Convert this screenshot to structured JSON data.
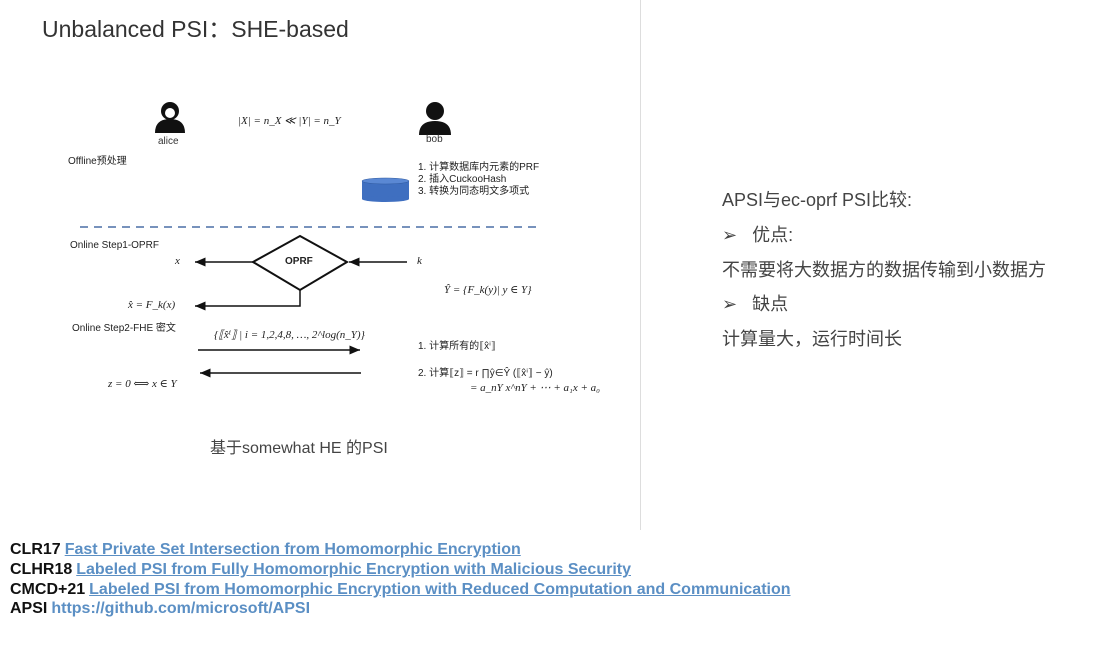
{
  "title": "Unbalanced PSI：SHE-based",
  "diagram": {
    "alice": "alice",
    "bob": "bob",
    "size_relation": "|X| = n_X ≪ |Y| = n_Y",
    "offline": "Offline预处理",
    "bob_steps": [
      "1.  计算数据库内元素的PRF",
      "2.  插入CuckooHash",
      "3.  转换为同态明文多项式"
    ],
    "online_step1": "Online Step1-OPRF",
    "oprf": "OPRF",
    "x": "x",
    "k": "k",
    "x_hat": "x̂ = F_k(x)",
    "y_hat": "Ŷ = {F_k(y)| y ∈ Y}",
    "online_step2": "Online Step2-FHE 密文",
    "powers": "{⟦x̂ⁱ⟧ | i = 1,2,4,8, …, 2^log(n_Y)}",
    "compute1": "1. 计算所有的⟦x̂ⁱ⟧",
    "compute2": "2. 计算⟦z⟧ = r ∏ŷ∈Ŷ (⟦x̂ⁱ⟧ − ŷ)",
    "compute2b": "= a_nY x^nY + ⋯ + a₁x + a₀",
    "result": "z = 0 ⟺ x ∈ Y",
    "caption": "基于somewhat HE 的PSI"
  },
  "right": {
    "heading": "APSI与ec-oprf PSI比较:",
    "pros_label": "优点:",
    "pros_text": "不需要将大数据方的数据传输到小数据方",
    "cons_label": "缺点",
    "cons_text": "计算量大，运行时间长",
    "bullet": "➢"
  },
  "references": [
    {
      "tag": "CLR17",
      "text": "Fast Private Set Intersection from Homomorphic Encryption"
    },
    {
      "tag": "CLHR18",
      "text": "Labeled PSI from Fully Homomorphic Encryption with Malicious Security"
    },
    {
      "tag": "CMCD+21",
      "text": "Labeled PSI from Homomorphic Encryption with Reduced Computation and Communication"
    },
    {
      "tag": "APSI",
      "text": "https://github.com/microsoft/APSI"
    }
  ],
  "colors": {
    "link": "#5b8fc4",
    "dash": "#4a6fa5",
    "db": "#3f6fc0"
  }
}
